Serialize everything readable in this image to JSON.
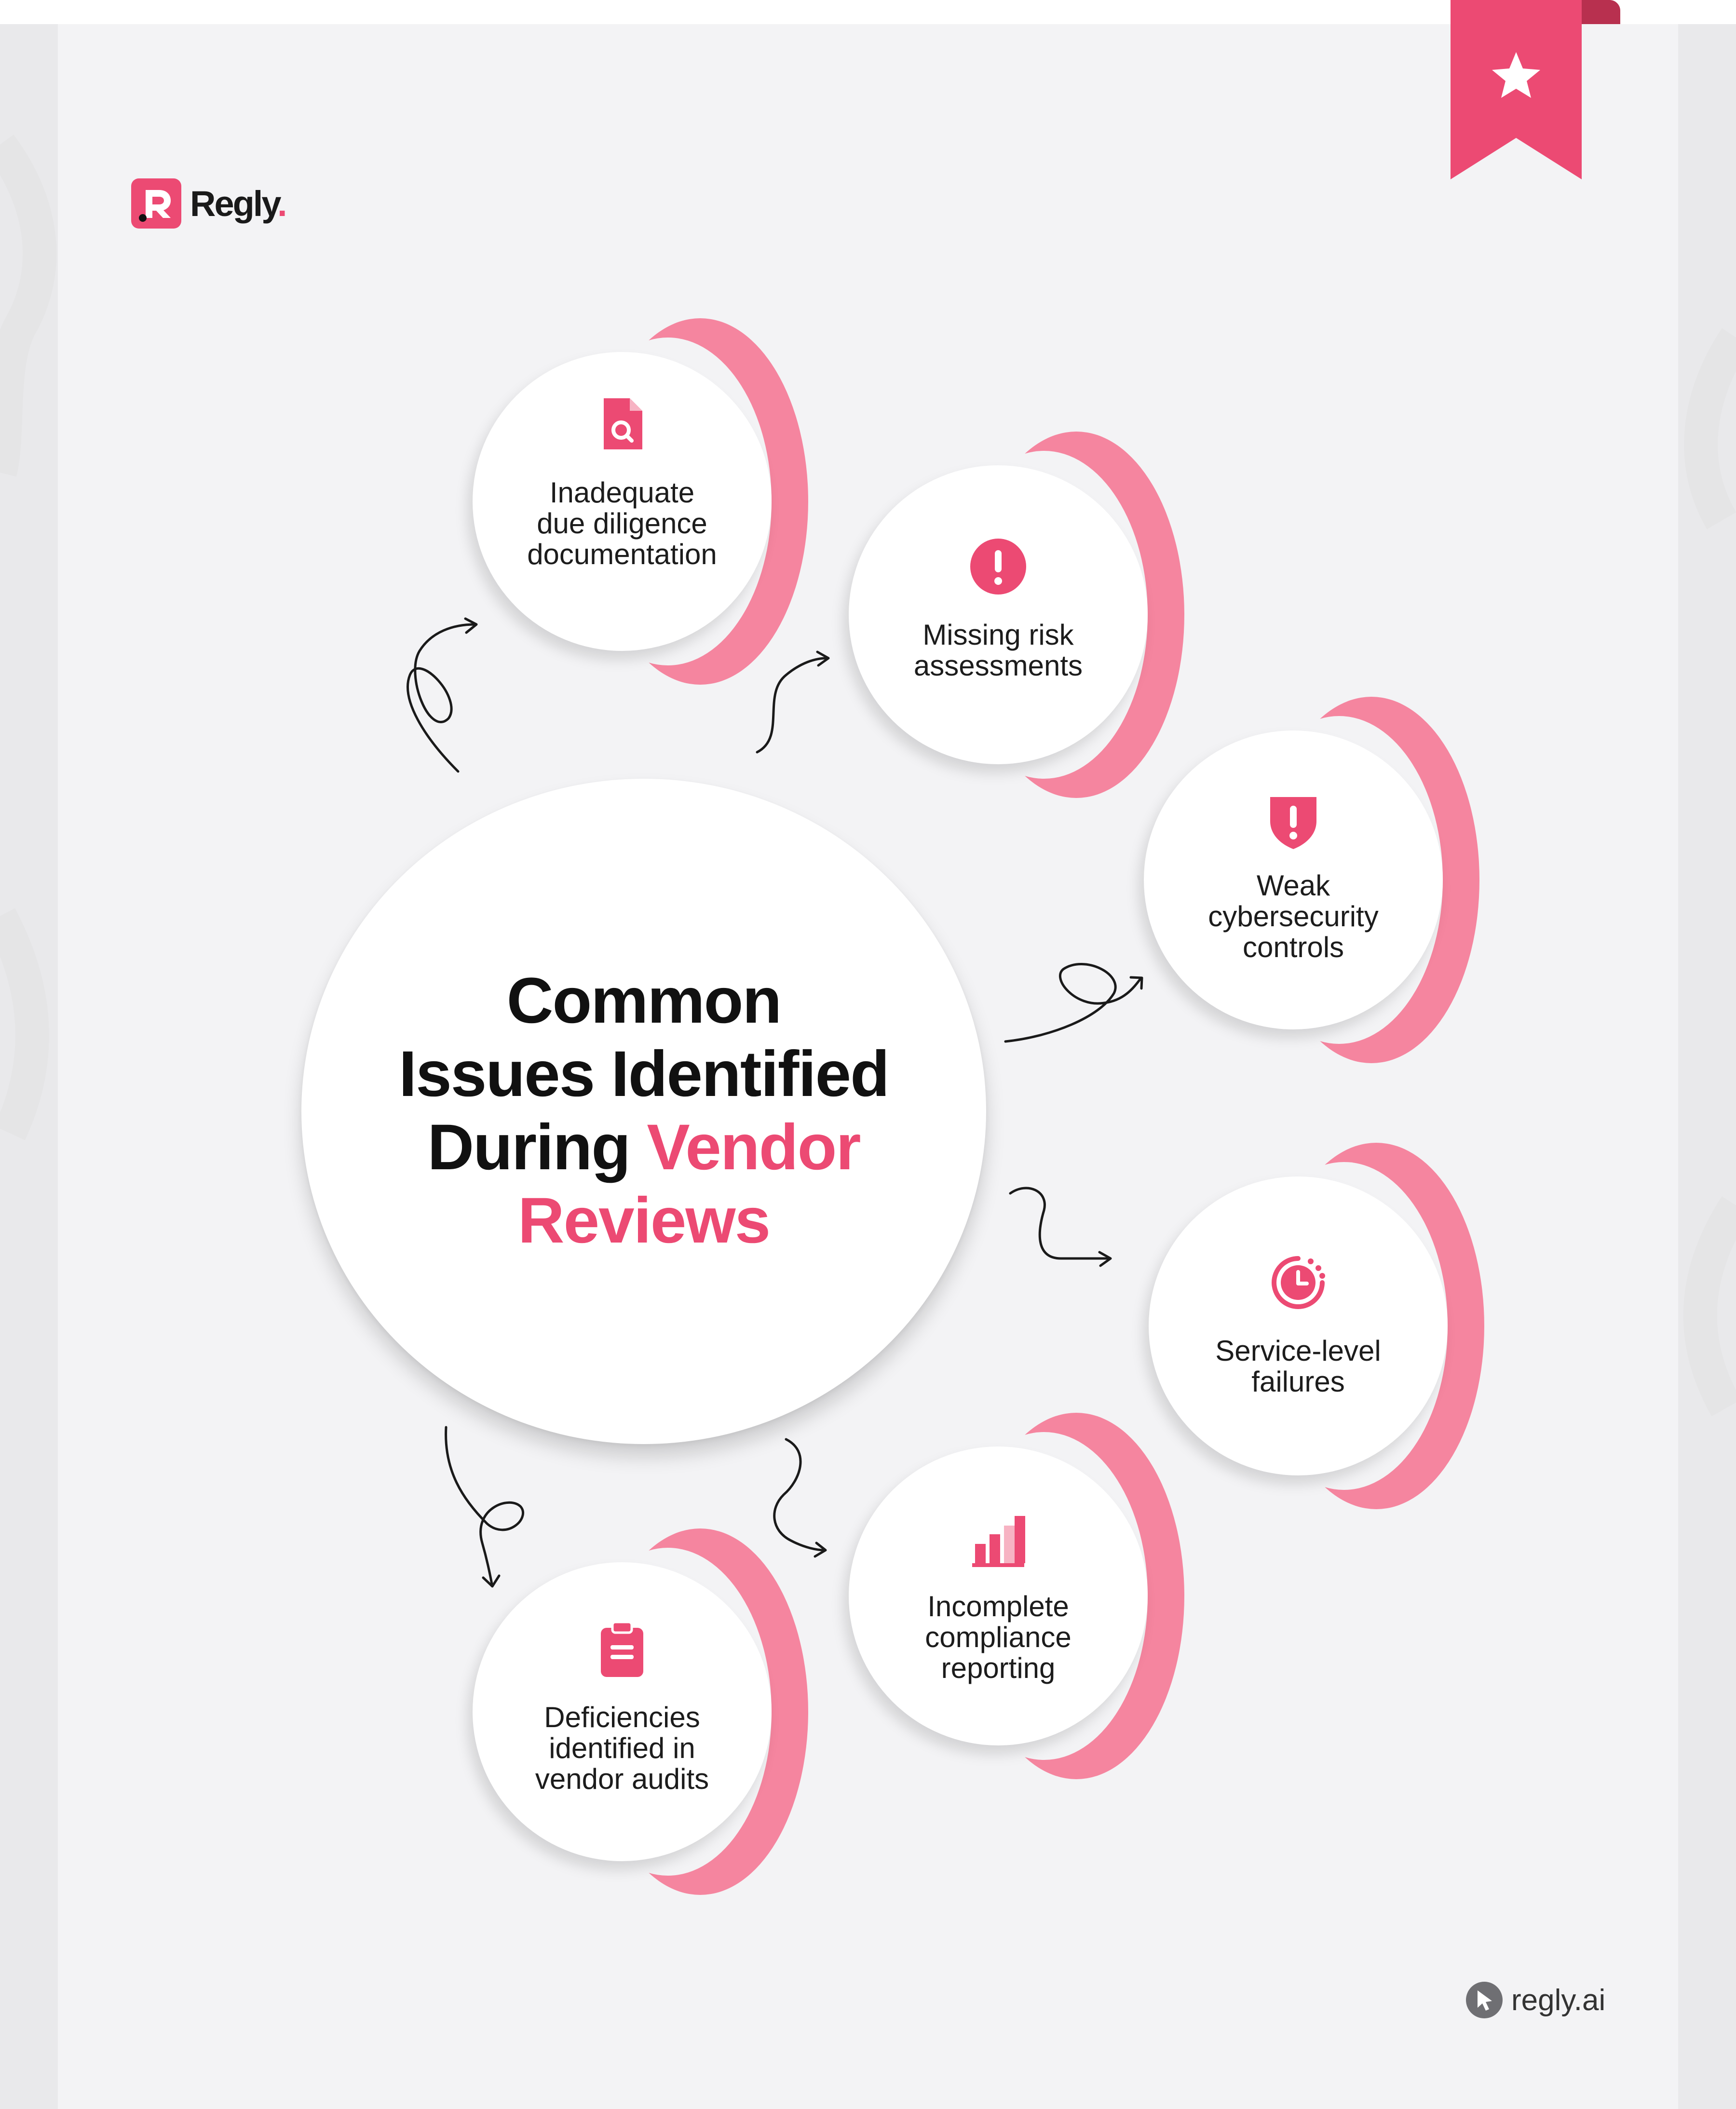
{
  "brand": {
    "logo_text": "Regly",
    "logo_dot": ".",
    "footer_url": "regly.ai"
  },
  "colors": {
    "accent": "#ec4a73",
    "ring": "#f5859f",
    "background": "#f3f3f5"
  },
  "title": {
    "line1": "Common",
    "line2": "Issues Identified",
    "line3_prefix": "During",
    "line3_accent": "Vendor",
    "line4_accent": "Reviews"
  },
  "issues": [
    {
      "id": "due-diligence",
      "icon": "document-search-icon",
      "lines": [
        "Inadequate",
        "due diligence",
        "documentation"
      ]
    },
    {
      "id": "risk-assessments",
      "icon": "alert-circle-icon",
      "lines": [
        "Missing risk",
        "assessments"
      ]
    },
    {
      "id": "cybersecurity",
      "icon": "shield-alert-icon",
      "lines": [
        "Weak",
        "cybersecurity",
        "controls"
      ]
    },
    {
      "id": "service-level",
      "icon": "timer-icon",
      "lines": [
        "Service-level",
        "failures"
      ]
    },
    {
      "id": "compliance-reporting",
      "icon": "bar-chart-icon",
      "lines": [
        "Incomplete",
        "compliance",
        "reporting"
      ]
    },
    {
      "id": "vendor-audits",
      "icon": "clipboard-icon",
      "lines": [
        "Deficiencies",
        "identified in",
        "vendor audits"
      ]
    }
  ]
}
